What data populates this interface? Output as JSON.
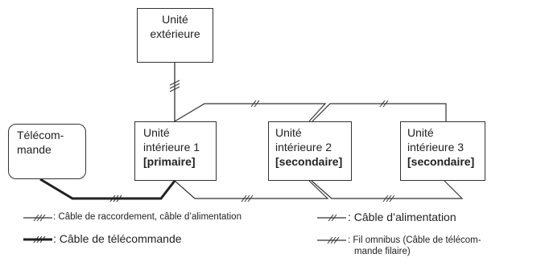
{
  "units": {
    "outdoor": {
      "line1": "Unité",
      "line2": "extérieure"
    },
    "remote": {
      "line1": "Télécom-",
      "line2": "mande"
    },
    "indoor1": {
      "line1": "Unité",
      "line2": "intérieure 1",
      "role": "[primaire]"
    },
    "indoor2": {
      "line1": "Unité",
      "line2": "intérieure 2",
      "role": "[secondaire]"
    },
    "indoor3": {
      "line1": "Unité",
      "line2": "intérieure 3",
      "role": "[secondaire]"
    }
  },
  "legend": {
    "connection_power": ": Câble de raccordement, câble d’alimentation",
    "remote_cable": ": Câble de télécommande",
    "power_cable": ": Câble d’alimentation",
    "bus_wire": ": Fil omnibus (Câble de télécom-",
    "bus_wire_2": "mande filaire)"
  },
  "colors": {
    "line": "#333333",
    "thick_line": "#222222"
  }
}
